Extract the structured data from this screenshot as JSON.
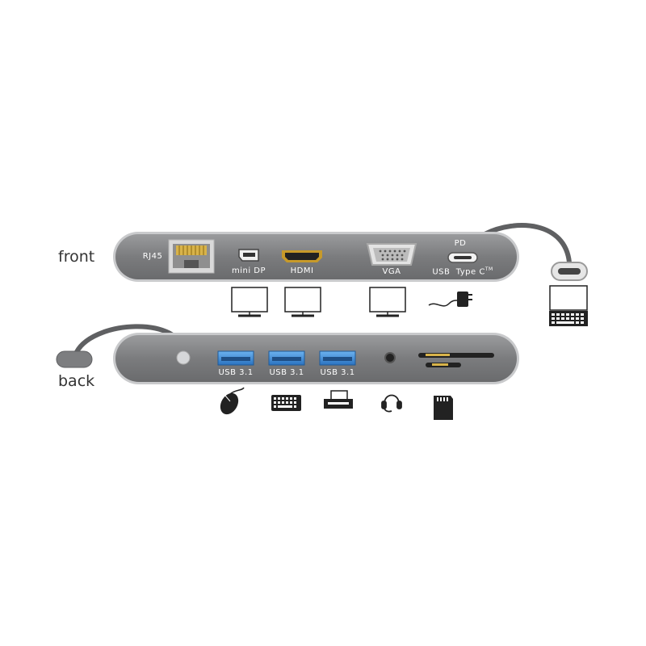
{
  "front": {
    "side_label": "front",
    "rj45_label": "RJ45",
    "minidp_label": "mini DP",
    "hdmi_label": "HDMI",
    "vga_label": "VGA",
    "pd_label": "PD",
    "usbc_label": "USB  Type C",
    "usbc_tm": "TM"
  },
  "back": {
    "side_label": "back",
    "usb_ports": [
      "USB 3.1",
      "USB 3.1",
      "USB 3.1"
    ]
  },
  "devices": {
    "front": [
      "monitor-icon",
      "monitor-icon",
      "monitor-icon",
      "power-adapter-icon",
      "laptop-icon"
    ],
    "back": [
      "mouse-icon",
      "keyboard-icon",
      "printer-icon",
      "headset-icon",
      "sd-card-icon"
    ]
  },
  "colors": {
    "body": "#7d7e80",
    "body_edge": "#c9cacc",
    "usb_blue": "#3a8ed8",
    "hdmi_gold": "#b8860b"
  }
}
